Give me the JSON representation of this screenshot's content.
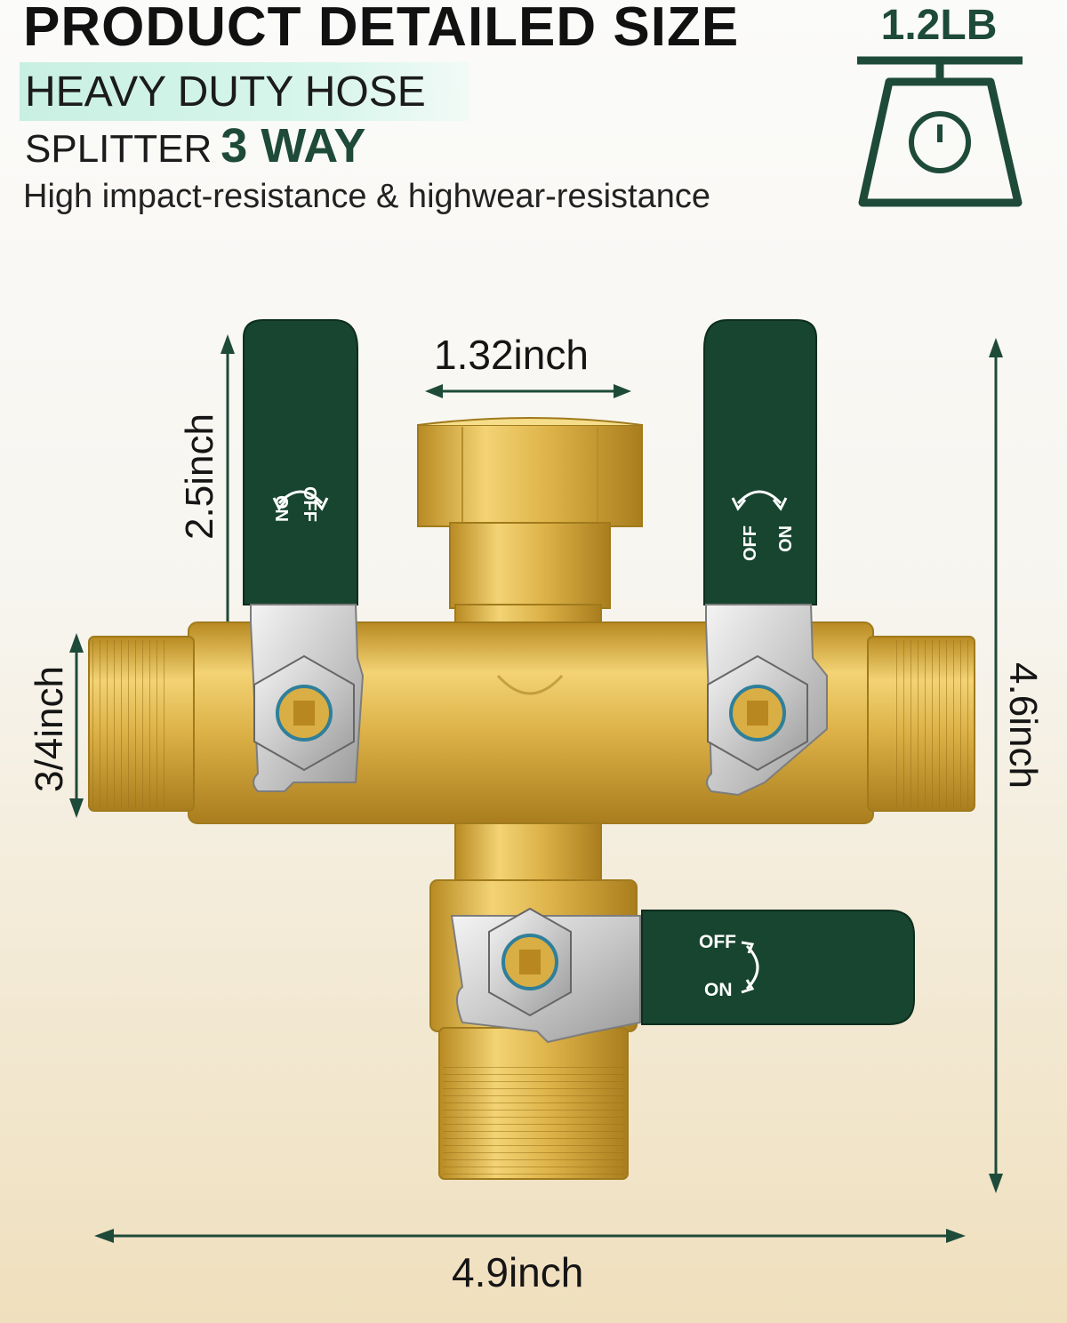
{
  "header": {
    "title": "PRODUCT DETAILED SIZE",
    "subtitle_line1": "HEAVY DUTY HOSE",
    "subtitle_line2_prefix": "SPLITTER",
    "subtitle_line2_strong": "3 WAY",
    "tagline": "High impact-resistance & highwear-resistance"
  },
  "weight": {
    "label": "1.2LB",
    "icon": "scale-icon"
  },
  "dimensions": {
    "inlet_width": "1.32inch",
    "valve_height": "2.5inch",
    "outlet_diameter": "3/4inch",
    "total_height": "4.6inch",
    "total_width": "4.9inch"
  },
  "valves": {
    "left": {
      "off": "OFF",
      "on": "ON"
    },
    "right": {
      "off": "OFF",
      "on": "ON"
    },
    "bottom": {
      "off": "OFF",
      "on": "ON"
    }
  },
  "colors": {
    "accent_green": "#1e4a39",
    "handle_green": "#17452f",
    "brass": "#d8ac3e",
    "highlight_mint": "#cdf2e4"
  }
}
